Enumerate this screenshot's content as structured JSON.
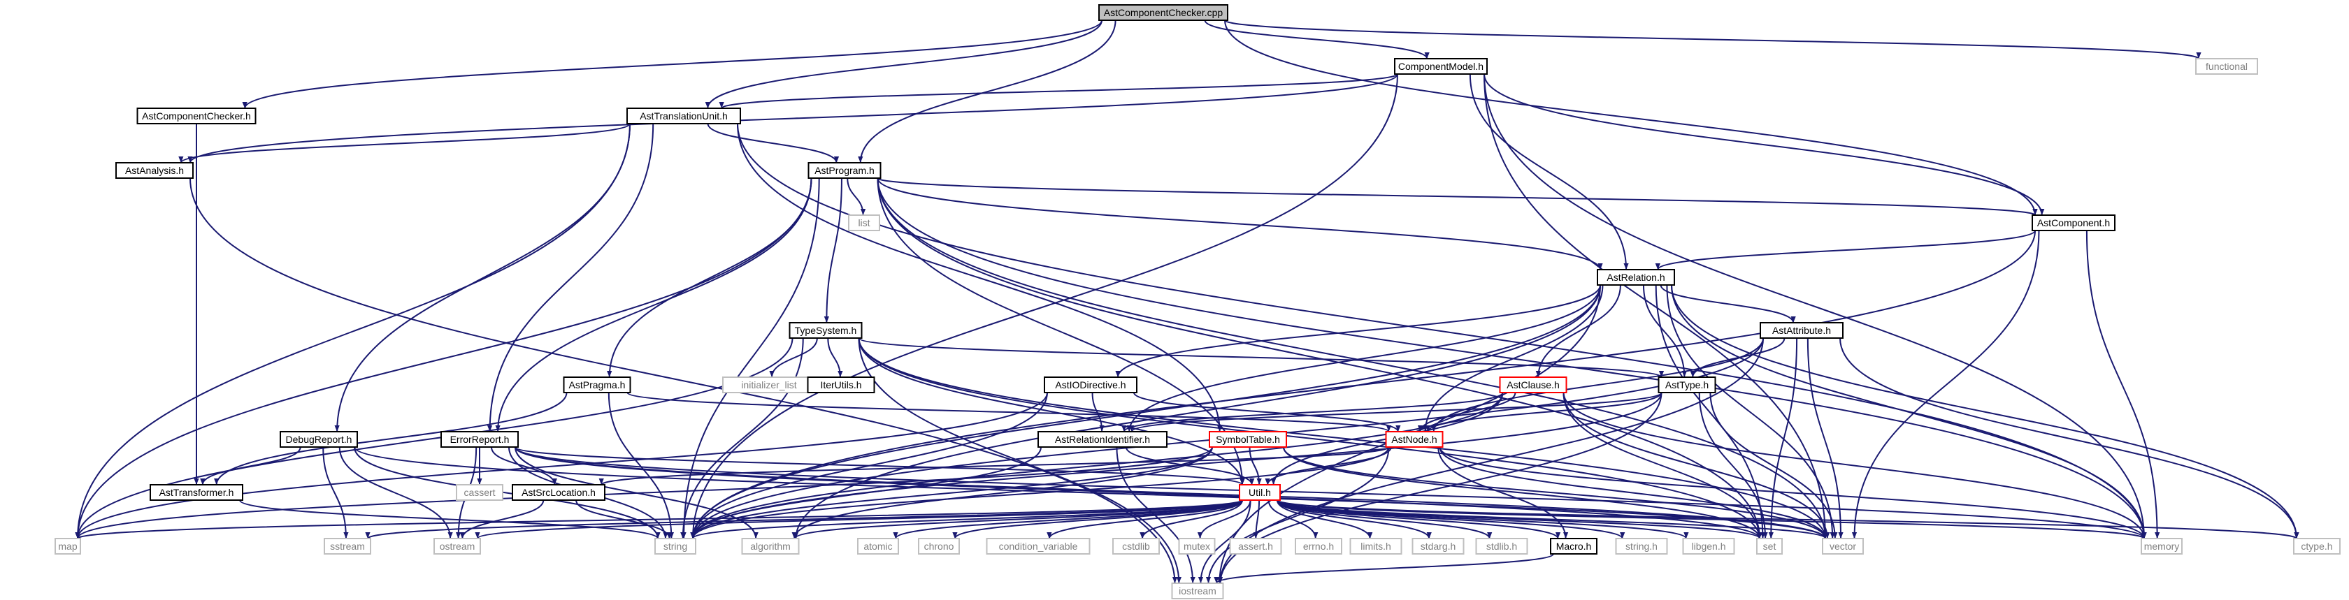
{
  "graph": {
    "root": "AstComponentChecker.cpp",
    "colors": {
      "edge": "#191970",
      "box_border_documented": "#000000",
      "box_border_red": "#ff0000",
      "box_border_system": "#bfbfbf",
      "root_fill": "#bfbfbf",
      "text_system": "#7f7f7f"
    },
    "nodes": [
      {
        "id": "n_checker_cpp",
        "label": "AstComponentChecker.cpp",
        "style": "root"
      },
      {
        "id": "n_comp_model",
        "label": "ComponentModel.h",
        "style": "doc"
      },
      {
        "id": "n_functional",
        "label": "functional",
        "style": "sys"
      },
      {
        "id": "n_checker_h",
        "label": "AstComponentChecker.h",
        "style": "doc"
      },
      {
        "id": "n_trans_unit",
        "label": "AstTranslationUnit.h",
        "style": "doc"
      },
      {
        "id": "n_analysis",
        "label": "AstAnalysis.h",
        "style": "doc"
      },
      {
        "id": "n_program",
        "label": "AstProgram.h",
        "style": "doc"
      },
      {
        "id": "n_list",
        "label": "list",
        "style": "sys"
      },
      {
        "id": "n_component",
        "label": "AstComponent.h",
        "style": "doc"
      },
      {
        "id": "n_relation",
        "label": "AstRelation.h",
        "style": "doc"
      },
      {
        "id": "n_typesystem",
        "label": "TypeSystem.h",
        "style": "doc"
      },
      {
        "id": "n_attribute",
        "label": "AstAttribute.h",
        "style": "doc"
      },
      {
        "id": "n_pragma",
        "label": "AstPragma.h",
        "style": "doc"
      },
      {
        "id": "n_init_list",
        "label": "initializer_list",
        "style": "sys"
      },
      {
        "id": "n_iterutils",
        "label": "IterUtils.h",
        "style": "doc"
      },
      {
        "id": "n_iodirective",
        "label": "AstIODirective.h",
        "style": "doc"
      },
      {
        "id": "n_clause",
        "label": "AstClause.h",
        "style": "red"
      },
      {
        "id": "n_type",
        "label": "AstType.h",
        "style": "doc"
      },
      {
        "id": "n_debugreport",
        "label": "DebugReport.h",
        "style": "doc"
      },
      {
        "id": "n_errorreport",
        "label": "ErrorReport.h",
        "style": "doc"
      },
      {
        "id": "n_relid",
        "label": "AstRelationIdentifier.h",
        "style": "doc"
      },
      {
        "id": "n_symtable",
        "label": "SymbolTable.h",
        "style": "red"
      },
      {
        "id": "n_node",
        "label": "AstNode.h",
        "style": "red"
      },
      {
        "id": "n_transformer",
        "label": "AstTransformer.h",
        "style": "doc"
      },
      {
        "id": "n_cassert",
        "label": "cassert",
        "style": "sys"
      },
      {
        "id": "n_srcloc",
        "label": "AstSrcLocation.h",
        "style": "doc"
      },
      {
        "id": "n_util",
        "label": "Util.h",
        "style": "red"
      },
      {
        "id": "n_map",
        "label": "map",
        "style": "sys"
      },
      {
        "id": "n_sstream",
        "label": "sstream",
        "style": "sys"
      },
      {
        "id": "n_ostream",
        "label": "ostream",
        "style": "sys"
      },
      {
        "id": "n_string",
        "label": "string",
        "style": "sys"
      },
      {
        "id": "n_algorithm",
        "label": "algorithm",
        "style": "sys"
      },
      {
        "id": "n_atomic",
        "label": "atomic",
        "style": "sys"
      },
      {
        "id": "n_chrono",
        "label": "chrono",
        "style": "sys"
      },
      {
        "id": "n_condvar",
        "label": "condition_variable",
        "style": "sys"
      },
      {
        "id": "n_cstdlib",
        "label": "cstdlib",
        "style": "sys"
      },
      {
        "id": "n_mutex",
        "label": "mutex",
        "style": "sys"
      },
      {
        "id": "n_assert",
        "label": "assert.h",
        "style": "sys"
      },
      {
        "id": "n_errno",
        "label": "errno.h",
        "style": "sys"
      },
      {
        "id": "n_limits",
        "label": "limits.h",
        "style": "sys"
      },
      {
        "id": "n_stdarg",
        "label": "stdarg.h",
        "style": "sys"
      },
      {
        "id": "n_stdlib",
        "label": "stdlib.h",
        "style": "sys"
      },
      {
        "id": "n_macro",
        "label": "Macro.h",
        "style": "doc"
      },
      {
        "id": "n_string_h",
        "label": "string.h",
        "style": "sys"
      },
      {
        "id": "n_libgen",
        "label": "libgen.h",
        "style": "sys"
      },
      {
        "id": "n_set",
        "label": "set",
        "style": "sys"
      },
      {
        "id": "n_vector",
        "label": "vector",
        "style": "sys"
      },
      {
        "id": "n_memory",
        "label": "memory",
        "style": "sys"
      },
      {
        "id": "n_ctype",
        "label": "ctype.h",
        "style": "sys"
      },
      {
        "id": "n_iostream",
        "label": "iostream",
        "style": "sys"
      }
    ],
    "edges": [
      [
        "n_checker_cpp",
        "n_comp_model"
      ],
      [
        "n_checker_cpp",
        "n_functional"
      ],
      [
        "n_checker_cpp",
        "n_checker_h"
      ],
      [
        "n_checker_cpp",
        "n_trans_unit"
      ],
      [
        "n_checker_cpp",
        "n_program"
      ],
      [
        "n_checker_cpp",
        "n_component"
      ],
      [
        "n_comp_model",
        "n_trans_unit"
      ],
      [
        "n_comp_model",
        "n_analysis"
      ],
      [
        "n_comp_model",
        "n_component"
      ],
      [
        "n_comp_model",
        "n_relation"
      ],
      [
        "n_comp_model",
        "n_string"
      ],
      [
        "n_comp_model",
        "n_vector"
      ],
      [
        "n_comp_model",
        "n_memory"
      ],
      [
        "n_checker_h",
        "n_transformer"
      ],
      [
        "n_trans_unit",
        "n_analysis"
      ],
      [
        "n_trans_unit",
        "n_program"
      ],
      [
        "n_trans_unit",
        "n_debugreport"
      ],
      [
        "n_trans_unit",
        "n_errorreport"
      ],
      [
        "n_trans_unit",
        "n_symtable"
      ],
      [
        "n_trans_unit",
        "n_map"
      ],
      [
        "n_trans_unit",
        "n_memory"
      ],
      [
        "n_analysis",
        "n_iostream"
      ],
      [
        "n_program",
        "n_list"
      ],
      [
        "n_program",
        "n_component"
      ],
      [
        "n_program",
        "n_relation"
      ],
      [
        "n_program",
        "n_typesystem"
      ],
      [
        "n_program",
        "n_pragma"
      ],
      [
        "n_program",
        "n_errorreport"
      ],
      [
        "n_program",
        "n_util"
      ],
      [
        "n_program",
        "n_map"
      ],
      [
        "n_program",
        "n_string"
      ],
      [
        "n_program",
        "n_set"
      ],
      [
        "n_program",
        "n_vector"
      ],
      [
        "n_program",
        "n_memory"
      ],
      [
        "n_component",
        "n_relation"
      ],
      [
        "n_component",
        "n_vector"
      ],
      [
        "n_component",
        "n_memory"
      ],
      [
        "n_component",
        "n_string"
      ],
      [
        "n_relation",
        "n_attribute"
      ],
      [
        "n_relation",
        "n_clause"
      ],
      [
        "n_relation",
        "n_type"
      ],
      [
        "n_relation",
        "n_iodirective"
      ],
      [
        "n_relation",
        "n_relid"
      ],
      [
        "n_relation",
        "n_node"
      ],
      [
        "n_relation",
        "n_string"
      ],
      [
        "n_relation",
        "n_set"
      ],
      [
        "n_relation",
        "n_vector"
      ],
      [
        "n_relation",
        "n_memory"
      ],
      [
        "n_relation",
        "n_ctype"
      ],
      [
        "n_relation",
        "n_iostream"
      ],
      [
        "n_relation",
        "n_algorithm"
      ],
      [
        "n_typesystem",
        "n_init_list"
      ],
      [
        "n_typesystem",
        "n_iterutils"
      ],
      [
        "n_typesystem",
        "n_type"
      ],
      [
        "n_typesystem",
        "n_util"
      ],
      [
        "n_typesystem",
        "n_map"
      ],
      [
        "n_typesystem",
        "n_string"
      ],
      [
        "n_typesystem",
        "n_vector"
      ],
      [
        "n_typesystem",
        "n_iostream"
      ],
      [
        "n_typesystem",
        "n_set"
      ],
      [
        "n_attribute",
        "n_type"
      ],
      [
        "n_attribute",
        "n_node"
      ],
      [
        "n_attribute",
        "n_set"
      ],
      [
        "n_attribute",
        "n_vector"
      ],
      [
        "n_attribute",
        "n_ctype"
      ],
      [
        "n_attribute",
        "n_iostream"
      ],
      [
        "n_attribute",
        "n_string"
      ],
      [
        "n_pragma",
        "n_node"
      ],
      [
        "n_pragma",
        "n_transformer"
      ],
      [
        "n_pragma",
        "n_string"
      ],
      [
        "n_iodirective",
        "n_relid"
      ],
      [
        "n_iodirective",
        "n_node"
      ],
      [
        "n_iodirective",
        "n_map"
      ],
      [
        "n_iodirective",
        "n_string"
      ],
      [
        "n_clause",
        "n_relid"
      ],
      [
        "n_clause",
        "n_node"
      ],
      [
        "n_clause",
        "n_util"
      ],
      [
        "n_clause",
        "n_set"
      ],
      [
        "n_clause",
        "n_vector"
      ],
      [
        "n_clause",
        "n_memory"
      ],
      [
        "n_clause",
        "n_string"
      ],
      [
        "n_type",
        "n_relid"
      ],
      [
        "n_type",
        "n_node"
      ],
      [
        "n_type",
        "n_set"
      ],
      [
        "n_type",
        "n_vector"
      ],
      [
        "n_type",
        "n_iostream"
      ],
      [
        "n_type",
        "n_string"
      ],
      [
        "n_debugreport",
        "n_transformer"
      ],
      [
        "n_debugreport",
        "n_sstream"
      ],
      [
        "n_debugreport",
        "n_ostream"
      ],
      [
        "n_debugreport",
        "n_string"
      ],
      [
        "n_debugreport",
        "n_vector"
      ],
      [
        "n_errorreport",
        "n_cassert"
      ],
      [
        "n_errorreport",
        "n_srcloc"
      ],
      [
        "n_errorreport",
        "n_util"
      ],
      [
        "n_errorreport",
        "n_algorithm"
      ],
      [
        "n_errorreport",
        "n_ostream"
      ],
      [
        "n_errorreport",
        "n_string"
      ],
      [
        "n_errorreport",
        "n_set"
      ],
      [
        "n_errorreport",
        "n_vector"
      ],
      [
        "n_errorreport",
        "n_memory"
      ],
      [
        "n_relid",
        "n_util"
      ],
      [
        "n_relid",
        "n_string"
      ],
      [
        "n_relid",
        "n_iostream"
      ],
      [
        "n_symtable",
        "n_util"
      ],
      [
        "n_symtable",
        "n_map"
      ],
      [
        "n_symtable",
        "n_string"
      ],
      [
        "n_symtable",
        "n_set"
      ],
      [
        "n_symtable",
        "n_vector"
      ],
      [
        "n_symtable",
        "n_algorithm"
      ],
      [
        "n_node",
        "n_srcloc"
      ],
      [
        "n_node",
        "n_util"
      ],
      [
        "n_node",
        "n_memory"
      ],
      [
        "n_node",
        "n_string"
      ],
      [
        "n_node",
        "n_iostream"
      ],
      [
        "n_node",
        "n_vector"
      ],
      [
        "n_node",
        "n_macro"
      ],
      [
        "n_transformer",
        "n_string"
      ],
      [
        "n_srcloc",
        "n_string"
      ],
      [
        "n_srcloc",
        "n_ostream"
      ],
      [
        "n_util",
        "n_map"
      ],
      [
        "n_util",
        "n_sstream"
      ],
      [
        "n_util",
        "n_ostream"
      ],
      [
        "n_util",
        "n_string"
      ],
      [
        "n_util",
        "n_algorithm"
      ],
      [
        "n_util",
        "n_atomic"
      ],
      [
        "n_util",
        "n_chrono"
      ],
      [
        "n_util",
        "n_condvar"
      ],
      [
        "n_util",
        "n_cstdlib"
      ],
      [
        "n_util",
        "n_mutex"
      ],
      [
        "n_util",
        "n_assert"
      ],
      [
        "n_util",
        "n_errno"
      ],
      [
        "n_util",
        "n_limits"
      ],
      [
        "n_util",
        "n_stdarg"
      ],
      [
        "n_util",
        "n_stdlib"
      ],
      [
        "n_util",
        "n_macro"
      ],
      [
        "n_util",
        "n_string_h"
      ],
      [
        "n_util",
        "n_libgen"
      ],
      [
        "n_util",
        "n_set"
      ],
      [
        "n_util",
        "n_vector"
      ],
      [
        "n_util",
        "n_memory"
      ],
      [
        "n_util",
        "n_ctype"
      ],
      [
        "n_util",
        "n_iostream"
      ],
      [
        "n_macro",
        "n_iostream"
      ]
    ]
  }
}
